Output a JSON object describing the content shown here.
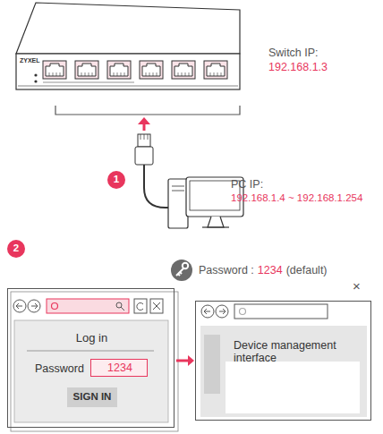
{
  "diagram": {
    "nodes": [
      {
        "text": [
          "Log in",
          "Password"
        ]
      },
      {
        "text": [
          "1234"
        ],
        "in": 0
      },
      {
        "text": [
          "SIGN IN"
        ],
        "in": 0
      },
      {
        "text": [
          "Device management interface"
        ]
      }
    ],
    "edges": [
      {
        "from": 0,
        "to": 3,
        "arrow": "to"
      }
    ],
    "labels": [
      "ZYXEL",
      "Switch IP:",
      "192.168.1.3",
      "1",
      "PC IP:",
      "192.168.1.4 ~ 192.168.1.254",
      "2",
      "Password :",
      "1234",
      "(default)",
      "×"
    ]
  }
}
